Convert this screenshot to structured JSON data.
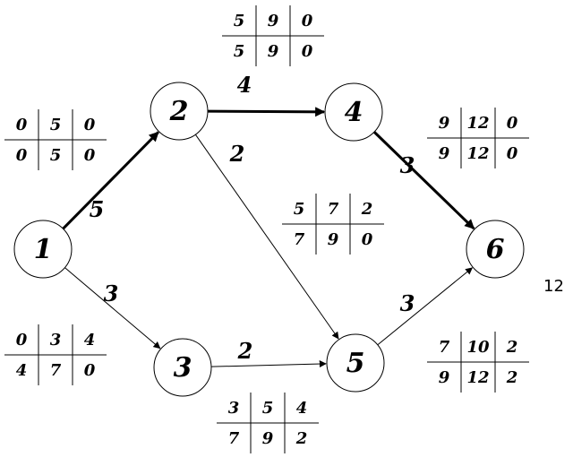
{
  "nodes": [
    {
      "id": "1",
      "label": "1"
    },
    {
      "id": "2",
      "label": "2"
    },
    {
      "id": "3",
      "label": "3"
    },
    {
      "id": "4",
      "label": "4"
    },
    {
      "id": "5",
      "label": "5"
    },
    {
      "id": "6",
      "label": "6"
    }
  ],
  "edges": [
    {
      "from": "1",
      "to": "2",
      "weight": "5",
      "critical": true
    },
    {
      "from": "1",
      "to": "3",
      "weight": "3",
      "critical": false
    },
    {
      "from": "2",
      "to": "4",
      "weight": "4",
      "critical": true
    },
    {
      "from": "2",
      "to": "5",
      "weight": "2",
      "critical": false
    },
    {
      "from": "3",
      "to": "5",
      "weight": "2",
      "critical": false
    },
    {
      "from": "4",
      "to": "6",
      "weight": "3",
      "critical": true
    },
    {
      "from": "5",
      "to": "6",
      "weight": "3",
      "critical": false
    }
  ],
  "tables": [
    {
      "edge": "1-2",
      "rows": [
        [
          "0",
          "5",
          "0"
        ],
        [
          "0",
          "5",
          "0"
        ]
      ]
    },
    {
      "edge": "1-3",
      "rows": [
        [
          "0",
          "3",
          "4"
        ],
        [
          "4",
          "7",
          "0"
        ]
      ]
    },
    {
      "edge": "2-4",
      "rows": [
        [
          "5",
          "9",
          "0"
        ],
        [
          "5",
          "9",
          "0"
        ]
      ]
    },
    {
      "edge": "2-5",
      "rows": [
        [
          "5",
          "7",
          "2"
        ],
        [
          "7",
          "9",
          "0"
        ]
      ]
    },
    {
      "edge": "3-5",
      "rows": [
        [
          "3",
          "5",
          "4"
        ],
        [
          "7",
          "9",
          "2"
        ]
      ]
    },
    {
      "edge": "4-6",
      "rows": [
        [
          "9",
          "12",
          "0"
        ],
        [
          "9",
          "12",
          "0"
        ]
      ]
    },
    {
      "edge": "5-6",
      "rows": [
        [
          "7",
          "10",
          "2"
        ],
        [
          "9",
          "12",
          "2"
        ]
      ]
    }
  ],
  "side_note": "12"
}
